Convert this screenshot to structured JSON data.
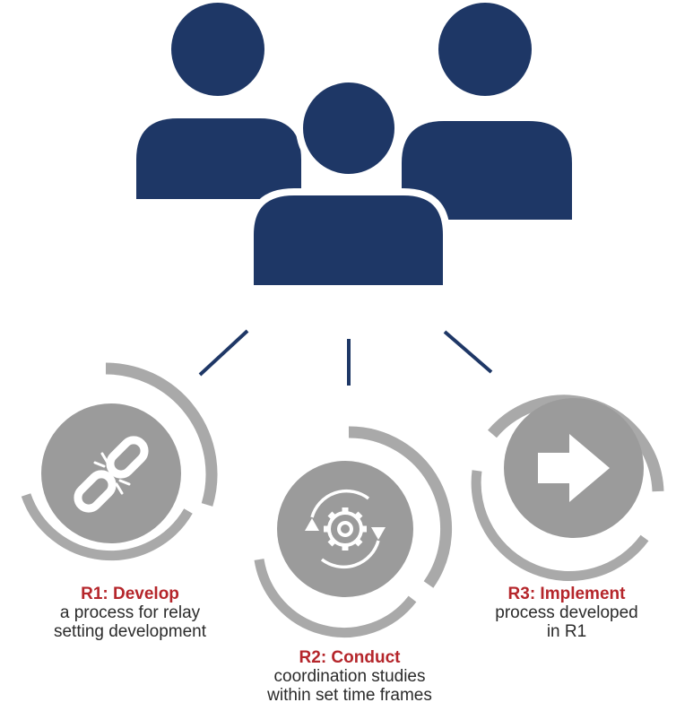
{
  "colors": {
    "navy": "#1e3766",
    "ring_gray": "#a9a9a9",
    "icon_bg_gray": "#9b9b9b",
    "title_red": "#b5262b",
    "text_dark": "#2b2b2b"
  },
  "icons": {
    "team": "people-group-icon",
    "r1": "broken-chain-link-icon",
    "r2": "gear-cycle-icon",
    "r3": "right-arrow-icon"
  },
  "steps": [
    {
      "title": "R1: Develop",
      "desc_line1": "a process for relay",
      "desc_line2": "setting development"
    },
    {
      "title": "R2: Conduct",
      "desc_line1": "coordination studies",
      "desc_line2": "within set time frames"
    },
    {
      "title": "R3: Implement",
      "desc_line1": "process developed",
      "desc_line2": "in R1"
    }
  ]
}
